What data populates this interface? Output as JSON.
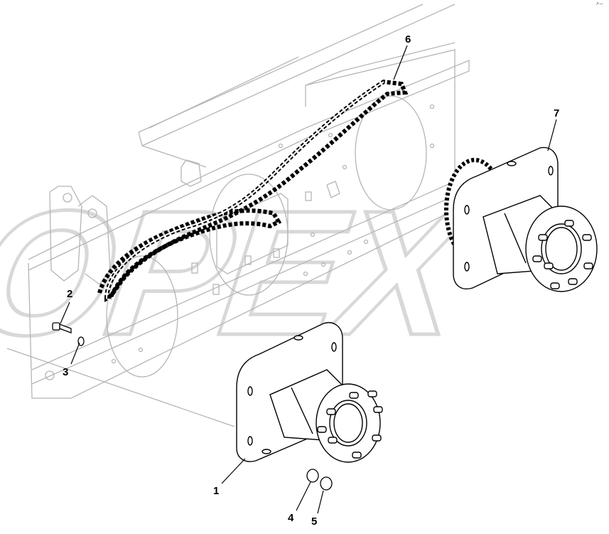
{
  "watermark": {
    "text": "OPEX",
    "color": "#dcdcdc"
  },
  "corner_mark": "↗—",
  "callouts": [
    {
      "id": "1",
      "label": "1"
    },
    {
      "id": "2",
      "label": "2"
    },
    {
      "id": "3",
      "label": "3"
    },
    {
      "id": "4",
      "label": "4"
    },
    {
      "id": "5",
      "label": "5"
    },
    {
      "id": "6",
      "label": "6"
    },
    {
      "id": "7",
      "label": "7"
    }
  ],
  "colors": {
    "line": "#000000",
    "faint": "#b8b8b8",
    "background": "#ffffff"
  }
}
